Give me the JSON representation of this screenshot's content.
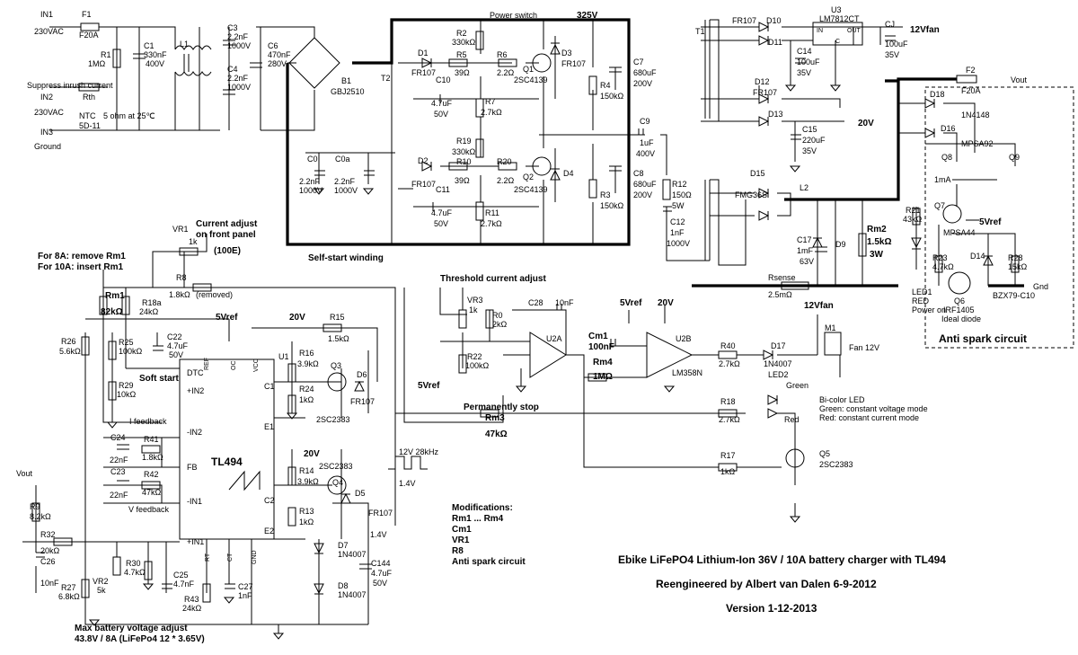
{
  "labels": {
    "in1": "IN1",
    "in1_v": "230VAC",
    "in2": "IN2",
    "in2_v": "230VAC",
    "in3": "IN3",
    "in3_v": "Ground",
    "f1": "F1",
    "f1_v": "F20A",
    "c1": "C1",
    "c1_v1": "330nF",
    "c1_v2": "400V",
    "r1": "R1",
    "r1_v": "1MΩ",
    "l1": "L1",
    "c3": "C3",
    "c3_v1": "2.2nF",
    "c3_v2": "1000V",
    "c4": "C4",
    "c4_v1": "2.2nF",
    "c4_v2": "1000V",
    "c6": "C6",
    "c6_v1": "470nF",
    "c6_v2": "280V",
    "b1": "B1",
    "b1_v": "GBJ2510",
    "suppress": "Suppress inrush current",
    "rth": "Rth",
    "ntc": "NTC",
    "ntc_v": "5D-11",
    "ntc_note": "5 ohm at 25℃",
    "c0": "C0",
    "c0_v1": "2.2nF",
    "c0_v2": "1000V",
    "c0a": "C0a",
    "c0a_v1": "2.2nF",
    "c0a_v2": "1000V",
    "power_switch": "Power switch",
    "v325": "325V",
    "t2": "T2",
    "d1": "D1",
    "d1_v": "FR107",
    "r2": "R2",
    "r2_v": "330kΩ",
    "r5": "R5",
    "r5_v": "39Ω",
    "r6": "R6",
    "r6_v": "2.2Ω",
    "q1": "Q1",
    "q1_v": "2SC4139",
    "d3": "D3",
    "d3_v": "FR107",
    "c10": "C10",
    "c10_v1": "4.7uF",
    "c10_v2": "50V",
    "r7": "R7",
    "r7_v": "2.7kΩ",
    "r19": "R19",
    "r19_v": "330kΩ",
    "d2": "D2",
    "d2_v": "FR107",
    "r10": "R10",
    "r10_v": "39Ω",
    "r20": "R20",
    "r20_v": "2.2Ω",
    "q2": "Q2",
    "q2_v": "2SC4139",
    "d4": "D4",
    "c11": "C11",
    "c11_v1": "4.7uF",
    "c11_v2": "50V",
    "r11": "R11",
    "r11_v": "2.7kΩ",
    "c7": "C7",
    "c7_v1": "680uF",
    "c7_v2": "200V",
    "r4": "R4",
    "r4_v": "150kΩ",
    "c9": "C9",
    "c9_v1": "1uF",
    "c9_v2": "400V",
    "c8": "C8",
    "c8_v1": "680uF",
    "c8_v2": "200V",
    "r3": "R3",
    "r3_v": "150kΩ",
    "r12": "R12",
    "r12_v1": "150Ω",
    "r12_v2": "5W",
    "c12": "C12",
    "c12_v1": "1nF",
    "c12_v2": "1000V",
    "self_start": "Self-start winding",
    "t1": "T1",
    "fr107a": "FR107",
    "d10": "D10",
    "d11": "D11",
    "u3": "U3",
    "u3_v": "LM7812CT",
    "u3_in": "IN",
    "u3_out": "OUT",
    "u3_c": "C",
    "v12fan": "12Vfan",
    "c14": "C14",
    "c14_v1": "100uF",
    "c14_v2": "35V",
    "cj": "CJ",
    "cj_v1": "100uF",
    "cj_v2": "35V",
    "d12": "D12",
    "d12_v": "FR107",
    "d13": "D13",
    "v20": "20V",
    "c15": "C15",
    "c15_v1": "220uF",
    "c15_v2": "35V",
    "f2": "F2",
    "f2_v": "F20A",
    "vout": "Vout",
    "d15": "D15",
    "fmg": "FMG36S",
    "l2": "L2",
    "c17": "C17",
    "c17_v1": "1mF",
    "c17_v2": "63V",
    "d9": "D9",
    "rm2": "Rm2",
    "rm2_v1": "1.5kΩ",
    "rm2_v2": "3W",
    "d18": "D18",
    "d16": "D16",
    "d16_v": "1N4148",
    "q8": "Q8",
    "mpsa92": "MPSA92",
    "q9": "Q9",
    "r21": "R21",
    "r21_v": "43kΩ",
    "ma1": "1mA",
    "q7": "Q7",
    "v5ref": "5Vref",
    "mpsa44": "MPSA44",
    "r23": "R23",
    "r23_v": "4.7kΩ",
    "d14": "D14",
    "r28": "R28",
    "r28_v": "15kΩ",
    "rsense": "Rsense",
    "rsense_v": "2.5mΩ",
    "led1": "LED1",
    "led1_c": "RED",
    "led1_n": "Power on",
    "q6": "Q6",
    "q6_v": "IRF1405",
    "q6_n": "Ideal diode",
    "bzx": "BZX79-C10",
    "gnd": "Gnd",
    "anti_spark": "Anti spark circuit",
    "vr1": "VR1",
    "vr1_v": "1k",
    "vr1_n1": "Current adjust",
    "vr1_n2": "on front panel",
    "e100": "(100E)",
    "for8": "For 8A: remove Rm1",
    "for10": "For 10A: insert Rm1",
    "r8": "R8",
    "r8_v": "1.8kΩ",
    "removed": "(removed)",
    "rm1": "Rm1",
    "rm1_v": "82kΩ",
    "r18a": "R18a",
    "r18a_v": "24kΩ",
    "v5ref2": "5Vref",
    "v20b": "20V",
    "r26": "R26",
    "r26_v": "5.6kΩ",
    "r25": "R25",
    "r25_v": "100kΩ",
    "c22": "C22",
    "c22_v1": "4.7uF",
    "c22_v2": "50V",
    "soft_start": "Soft start",
    "r29": "R29",
    "r29_v": "10kΩ",
    "dtc": "DTC",
    "ref": "REF",
    "oc": "OC",
    "vcc": "VCC",
    "in2p": "+IN2",
    "in2m": "-IN2",
    "fb": "FB",
    "in1m": "-IN1",
    "in1p": "+IN1",
    "rt": "RT",
    "ct": "CT",
    "gndp": "GND",
    "c1p": "C1",
    "e1p": "E1",
    "c2p": "C2",
    "e2p": "E2",
    "tl494": "TL494",
    "u1": "U1",
    "i_feedback": "I feedback",
    "v_feedback": "V feedback",
    "c24": "C24",
    "c24_v": "22nF",
    "r41": "R41",
    "r41_v": "1.8kΩ",
    "c23": "C23",
    "c23_v": "22nF",
    "r42": "R42",
    "r42_v": "47kΩ",
    "r15": "R15",
    "r15_v": "1.5kΩ",
    "r16": "R16",
    "r16_v": "3.9kΩ",
    "r24": "R24",
    "r24_v": "1kΩ",
    "q3": "Q3",
    "d6": "D6",
    "d6_v": "FR107",
    "sc2383a": "2SC2383",
    "r14": "R14",
    "r14_v": "3.9kΩ",
    "sc2383b": "2SC2383",
    "q4": "Q4",
    "d5": "D5",
    "d5_v": "FR107",
    "r13": "R13",
    "r13_v": "1kΩ",
    "d7": "D7",
    "d7_v": "1N4007",
    "d8": "D8",
    "d8_v": "1N4007",
    "c144": "C144",
    "c144_v1": "4.7uF",
    "c144_v2": "50V",
    "v14": "1.4V",
    "v14b": "1.4V",
    "v12_28k": "12V  28kHz",
    "vout2": "Vout",
    "r9": "R9",
    "r9_v": "8.2kΩ",
    "r32": "R32",
    "r32_v": "20kΩ",
    "c26": "C26",
    "c26_v": "10nF",
    "r27": "R27",
    "r27_v": "6.8kΩ",
    "vr2": "VR2",
    "vr2_v": "5k",
    "r30": "R30",
    "r30_v": "4.7kΩ",
    "c25": "C25",
    "c25_v": "4.7nF",
    "r43": "R43",
    "r43_v": "24kΩ",
    "c27": "C27",
    "c27_v": "1nF",
    "max_v1": "Max battery voltage adjust",
    "max_v2": "43.8V / 8A (LiFePo4 12 * 3.65V)",
    "threshold": "Threshold current  adjust",
    "vr3": "VR3",
    "vr3_v": "1k",
    "r0": "R0",
    "r0_v": "2kΩ",
    "r22": "R22",
    "r22_v": "100kΩ",
    "v5ref3": "5Vref",
    "c28": "C28",
    "c28_v": "10nF",
    "u2a": "U2A",
    "cm1": "Cm1",
    "cm1_v": "100nF",
    "v5ref4": "5Vref",
    "v20c": "20V",
    "u2b": "U2B",
    "lm358": "LM358N",
    "rm4": "Rm4",
    "rm4_v": "1MΩ",
    "perm_stop": "Permanently stop",
    "rm3": "Rm3",
    "rm3_v": "47kΩ",
    "r40": "R40",
    "r40_v": "2.7kΩ",
    "d17": "D17",
    "d17_v": "1N4007",
    "led2": "LED2",
    "green": "Green",
    "red": "Red",
    "r18": "R18",
    "r18_v": "2.7kΩ",
    "r17": "R17",
    "r17_v": "1kΩ",
    "q5": "Q5",
    "q5_v": "2SC2383",
    "v12fan2": "12Vfan",
    "m1": "M1",
    "fan": "Fan 12V",
    "bicolor": "Bi-color LED",
    "bicolor_g": "Green: constant voltage mode",
    "bicolor_r": "Red:  constant current mode",
    "mods": "Modifications:",
    "mod1": "Rm1 ... Rm4",
    "mod2": "Cm1",
    "mod3": "VR1",
    "mod4": "R8",
    "mod5": "Anti spark circuit",
    "title": "Ebike LiFePO4 Lithium-Ion 36V / 10A battery charger with TL494",
    "author": "Reengineered by Albert van Dalen 6-9-2012",
    "version": "Version 1-12-2013"
  }
}
